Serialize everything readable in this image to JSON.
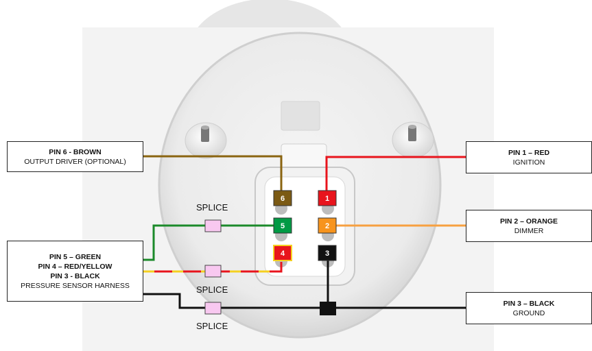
{
  "labels": {
    "pin6": {
      "title": "PIN 6 - BROWN",
      "desc": "OUTPUT DRIVER (OPTIONAL)"
    },
    "pin1": {
      "title": "PIN 1 – RED",
      "desc": "IGNITION"
    },
    "pin2": {
      "title": "PIN 2 – ORANGE",
      "desc": "DIMMER"
    },
    "harness": {
      "line1": "PIN 5 – GREEN",
      "line2": "PIN 4 – RED/YELLOW",
      "line3": "PIN 3 - BLACK",
      "line4": "PRESSURE SENSOR HARNESS"
    },
    "ground": {
      "title": "PIN 3 – BLACK",
      "desc": "GROUND"
    }
  },
  "splices": [
    "SPLICE",
    "SPLICE",
    "SPLICE"
  ],
  "pins": {
    "p1": {
      "num": "1",
      "color": "#e8141c"
    },
    "p2": {
      "num": "2",
      "color": "#f7941d"
    },
    "p3": {
      "num": "3",
      "color": "#111111"
    },
    "p4": {
      "num": "4",
      "color": "#e8141c"
    },
    "p5": {
      "num": "5",
      "color": "#009a44"
    },
    "p6": {
      "num": "6",
      "color": "#7b5a14"
    }
  },
  "wire_colors": {
    "brown": "#8a6410",
    "red": "#e8141c",
    "orange": "#f7a040",
    "green": "#1b8a2a",
    "yellow": "#f5d020",
    "black": "#111111"
  }
}
